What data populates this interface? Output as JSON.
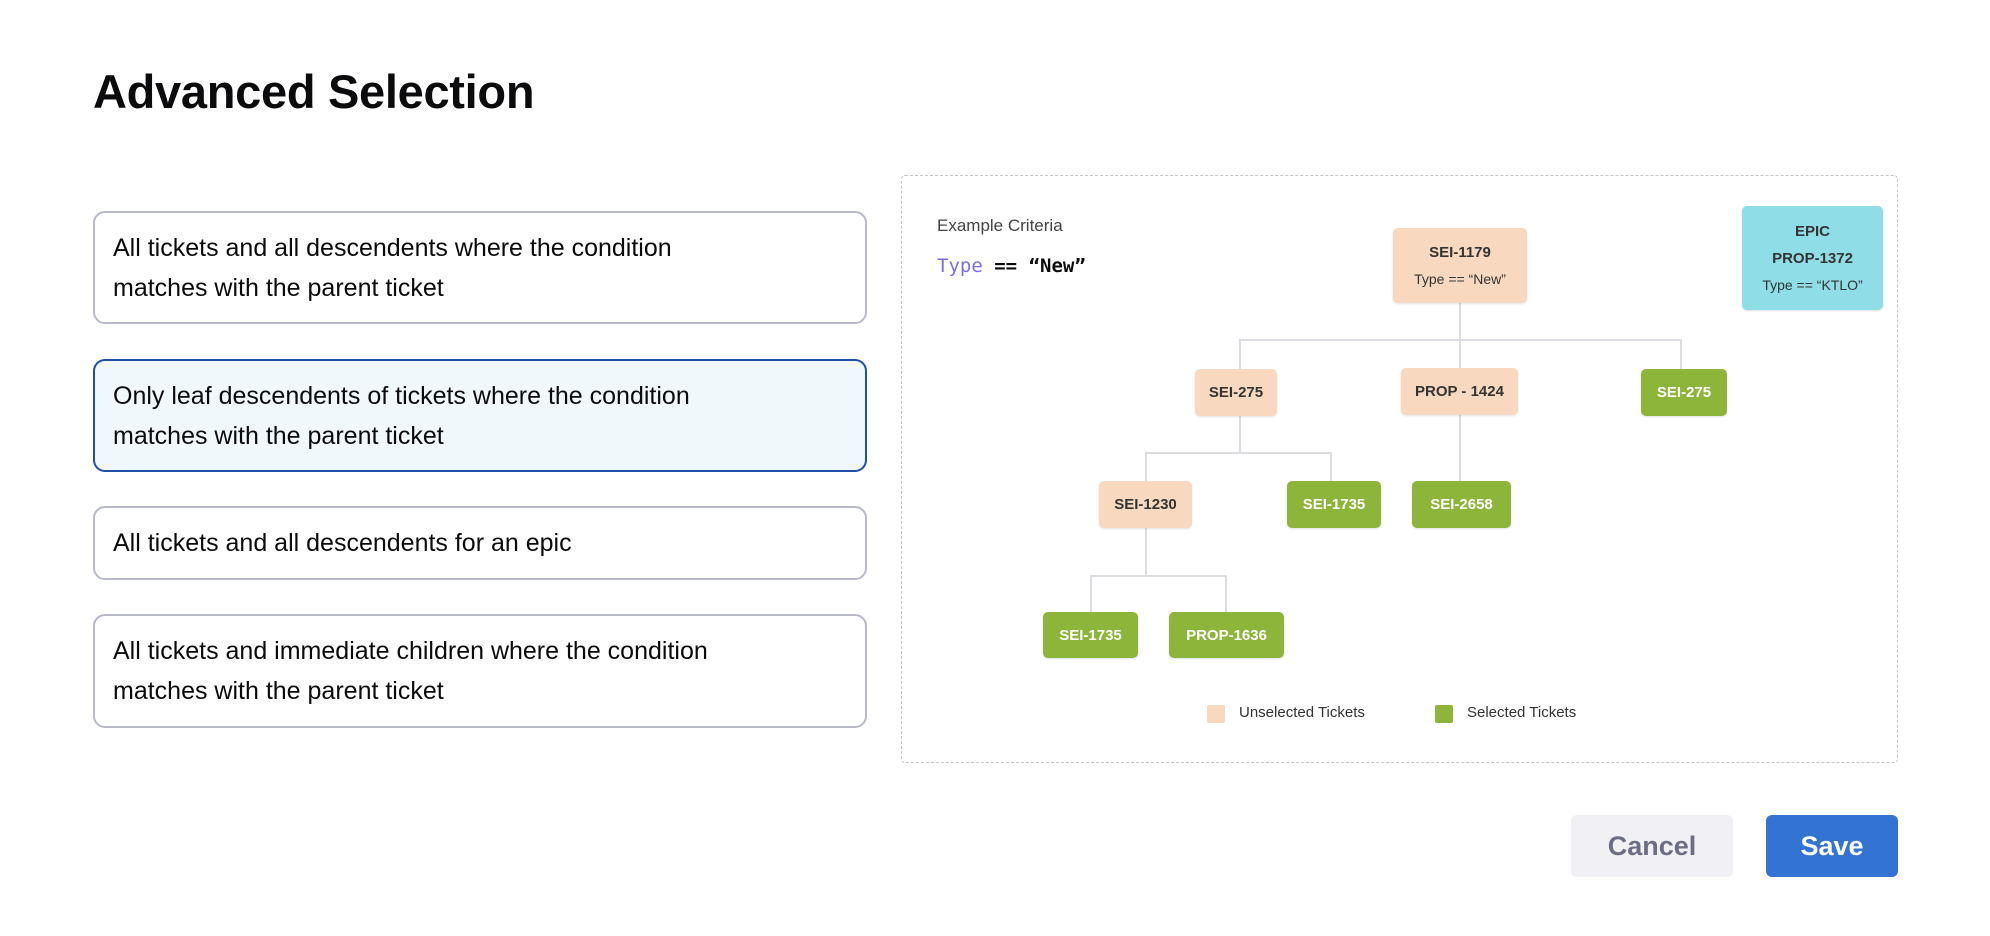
{
  "title": "Advanced Selection",
  "options": [
    {
      "label": "All tickets and all descendents where the condition matches with the parent ticket",
      "selected": false
    },
    {
      "label": "Only leaf descendents of tickets where the condition matches with the parent ticket",
      "selected": true
    },
    {
      "label": "All tickets and all descendents for an epic",
      "selected": false
    },
    {
      "label": "All tickets and immediate children where the condition matches with the parent ticket",
      "selected": false
    }
  ],
  "diagram": {
    "criteria_label": "Example Criteria",
    "criteria_key": "Type",
    "criteria_op": "==",
    "criteria_value": "“New”",
    "root": {
      "id": "SEI-1179",
      "condition": "Type == “New”"
    },
    "epic": {
      "type": "EPIC",
      "id": "PROP-1372",
      "condition": "Type == “KTLO”"
    },
    "nodes": {
      "sei275a": "SEI-275",
      "prop1424": "PROP - 1424",
      "sei275b": "SEI-275",
      "sei1230": "SEI-1230",
      "sei1735a": "SEI-1735",
      "sei2658": "SEI-2658",
      "sei1735b": "SEI-1735",
      "prop1636": "PROP-1636"
    },
    "legend": {
      "unselected": "Unselected Tickets",
      "selected": "Selected Tickets"
    },
    "colors": {
      "unselected": "#f8d9bf",
      "selected": "#8db53a",
      "epic": "#8fdde6"
    }
  },
  "buttons": {
    "cancel": "Cancel",
    "save": "Save"
  }
}
